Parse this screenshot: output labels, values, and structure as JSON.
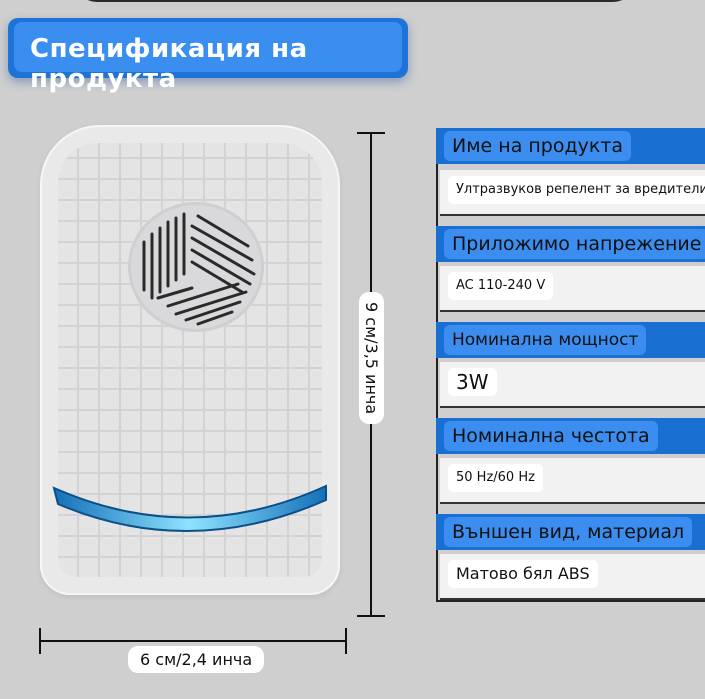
{
  "title": "Спецификация на продукта",
  "dimensions": {
    "height_label": "9 см/3,5 инча",
    "width_label": "6 см/2,4 инча"
  },
  "specs": [
    {
      "label": "Име на продукта",
      "value": "Ултразвуков репелент за вредители"
    },
    {
      "label": "Приложимо напрежение",
      "value": "AC 110-240 V"
    },
    {
      "label": "Номинална мощност",
      "value": "3W"
    },
    {
      "label": "Номинална честота",
      "value": "50 Hz/60 Hz"
    },
    {
      "label": "Външен вид, материал",
      "value": "Матово бял ABS"
    }
  ],
  "colors": {
    "accent_blue": "#1f73d6",
    "led_glow": "#18a8e6",
    "background": "#cfcfd0"
  }
}
